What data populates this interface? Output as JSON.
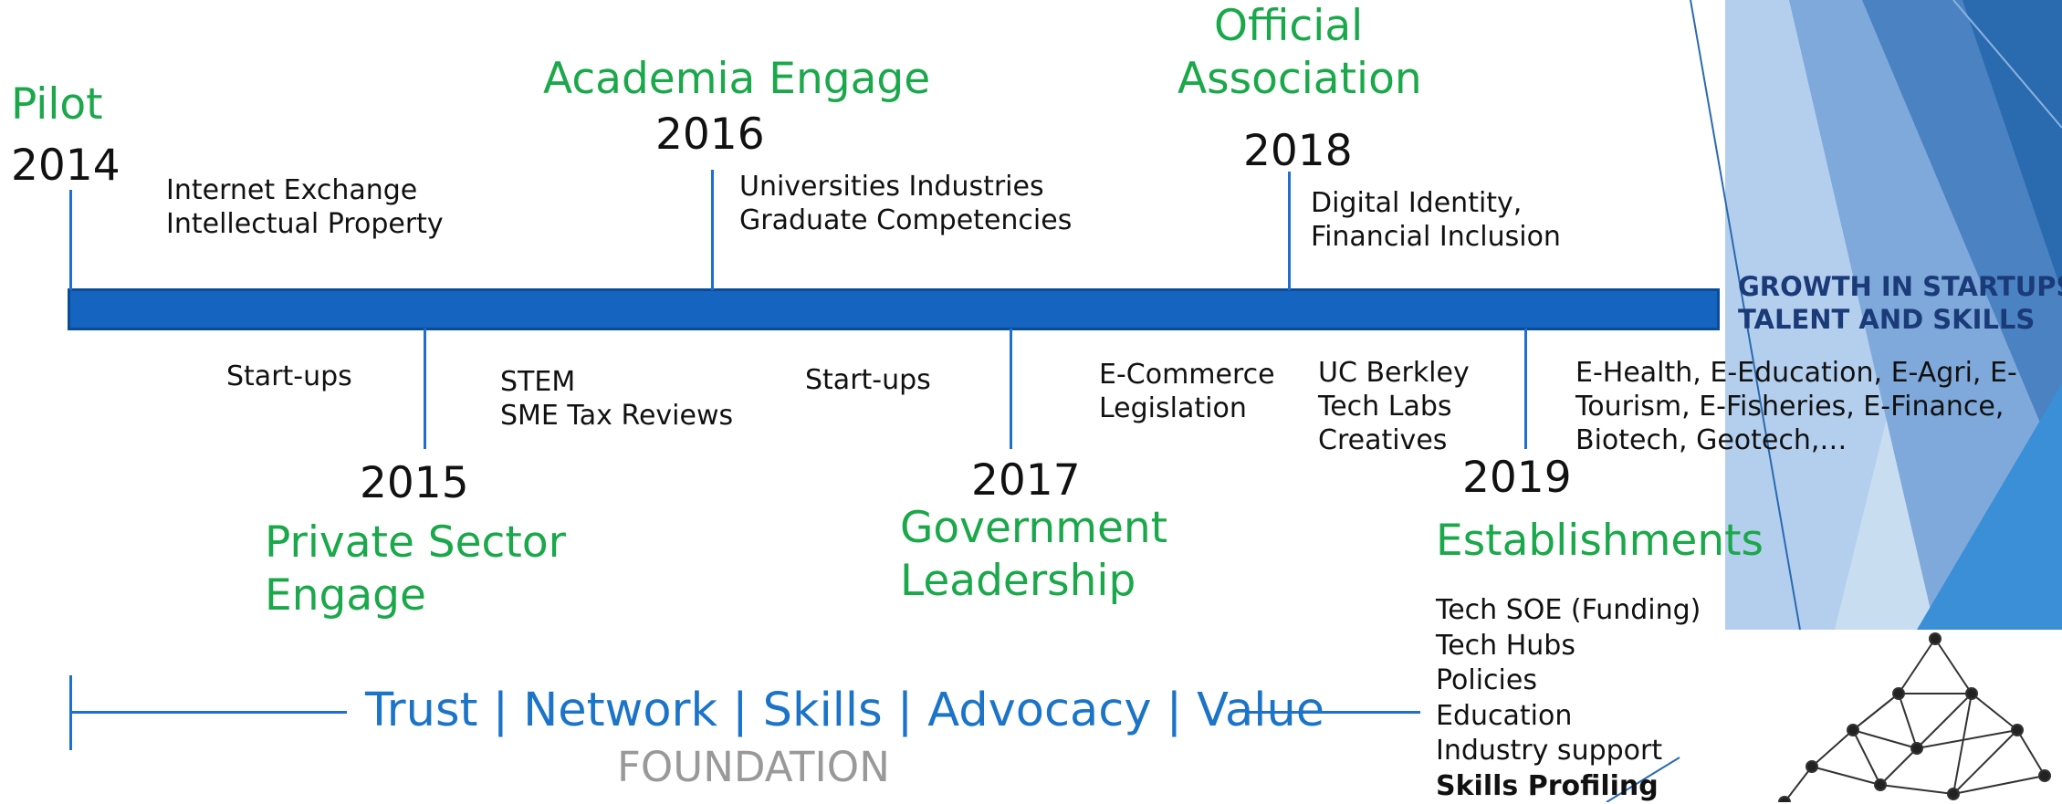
{
  "milestones": {
    "m2014": {
      "title": "Pilot",
      "year": "2014",
      "notes": [
        "Internet Exchange",
        "Intellectual Property"
      ]
    },
    "m2015": {
      "title_lines": [
        "Private Sector",
        "Engage"
      ],
      "year": "2015",
      "notes_left": [
        "Start-ups"
      ],
      "notes_right": [
        "STEM",
        "SME Tax Reviews"
      ]
    },
    "m2016": {
      "title": "Academia Engage",
      "year": "2016",
      "notes": [
        "Universities Industries",
        "Graduate Competencies"
      ]
    },
    "m2017": {
      "title_lines": [
        "Government",
        "Leadership"
      ],
      "year": "2017",
      "notes_left": [
        "Start-ups"
      ],
      "notes_right": [
        "E-Commerce",
        "Legislation"
      ]
    },
    "m2018": {
      "title_lines": [
        "Official",
        "Association"
      ],
      "year": "2018",
      "notes": [
        "Digital Identity,",
        "Financial Inclusion"
      ]
    },
    "m2019": {
      "title": "Establishments",
      "year": "2019",
      "notes_left": [
        "UC Berkley",
        "Tech Labs",
        "Creatives"
      ],
      "sectors": [
        "E-Health, E-Education, E-Agri, E-",
        "Tourism, E-Fisheries, E-Finance,",
        "Biotech, Geotech,…"
      ],
      "list": [
        "Tech SOE (Funding)",
        "Tech Hubs",
        "Policies",
        "Education",
        "Industry support",
        "Skills Profiling"
      ]
    }
  },
  "growth": [
    "GROWTH IN STARTUPS",
    "TALENT AND SKILLS"
  ],
  "foundation": {
    "words": "Trust | Network | Skills | Advocacy | Value",
    "label": "FOUNDATION"
  },
  "colors": {
    "accent_green": "#1aa84a",
    "timeline_blue": "#1565c0",
    "navy": "#1a3a78",
    "foundation_blue": "#1b74c8",
    "gray": "#999999"
  }
}
